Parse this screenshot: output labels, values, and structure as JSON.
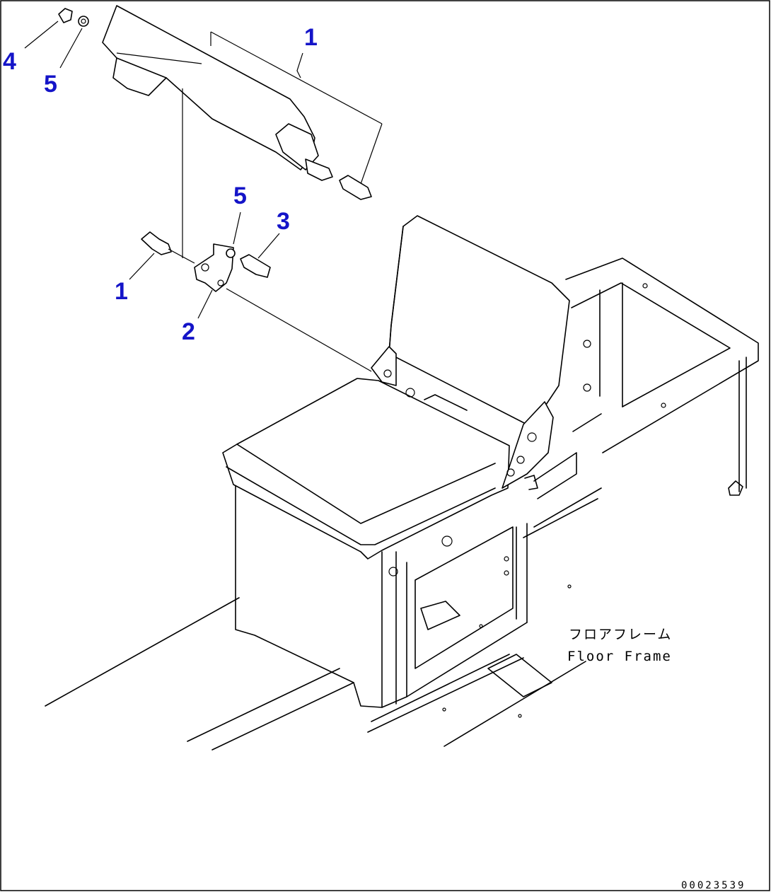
{
  "callouts": [
    {
      "id": "c1-top",
      "label": "1"
    },
    {
      "id": "c4",
      "label": "4"
    },
    {
      "id": "c5-top",
      "label": "5"
    },
    {
      "id": "c5-mid",
      "label": "5"
    },
    {
      "id": "c3",
      "label": "3"
    },
    {
      "id": "c1-mid",
      "label": "1"
    },
    {
      "id": "c2",
      "label": "2"
    }
  ],
  "caption": {
    "japanese": "フロアフレーム",
    "english": "Floor Frame"
  },
  "figure_number": "00023539"
}
